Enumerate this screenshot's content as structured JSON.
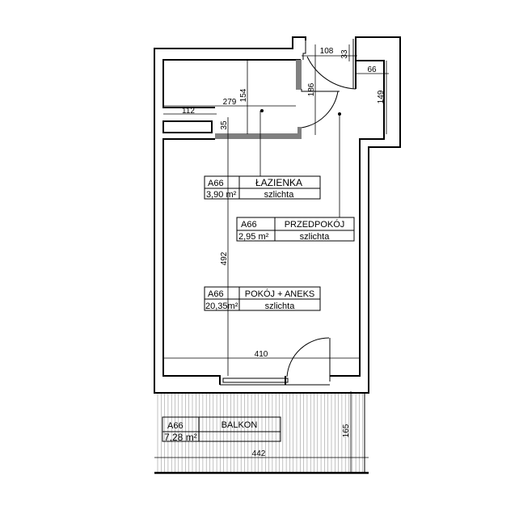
{
  "plan": {
    "rooms": [
      {
        "code": "A66",
        "name": "ŁAZIENKA",
        "area": "3,90 m²",
        "floor": "szlichta"
      },
      {
        "code": "A66",
        "name": "PRZEDPOKÓJ",
        "area": "2,95 m²",
        "floor": "szlichta"
      },
      {
        "code": "A66",
        "name": "POKÓJ + ANEKS",
        "area": "20,35m²",
        "floor": "szlichta"
      },
      {
        "code": "A66",
        "name": "BALKON",
        "area": "7,28 m²"
      }
    ],
    "dimensions": {
      "d108": "108",
      "d33": "33",
      "d66": "66",
      "d149": "149",
      "d186": "186",
      "d154": "154",
      "d279": "279",
      "d112": "112",
      "d35": "35",
      "d492": "492",
      "d410": "410",
      "d165": "165",
      "d442": "442"
    },
    "colors": {
      "wall": "#000000",
      "partition": "#808080"
    }
  }
}
